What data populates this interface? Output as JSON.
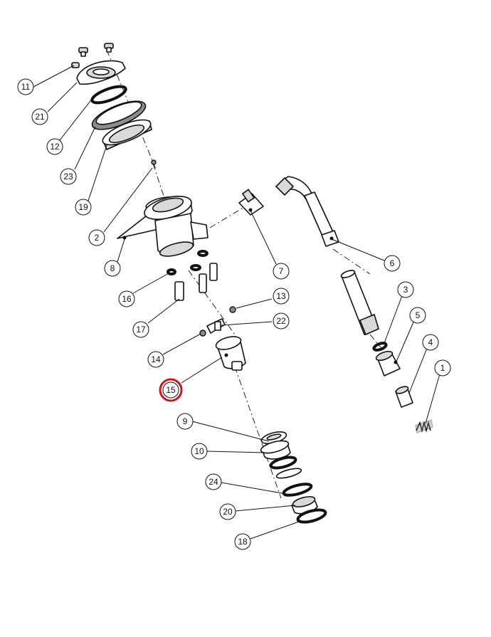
{
  "diagram": {
    "highlight_color": "#d0161c",
    "highlighted_callout": "15",
    "callouts": [
      "1",
      "2",
      "3",
      "4",
      "5",
      "6",
      "7",
      "8",
      "9",
      "10",
      "11",
      "12",
      "13",
      "14",
      "15",
      "16",
      "17",
      "18",
      "19",
      "20",
      "21",
      "22",
      "23",
      "24"
    ]
  }
}
